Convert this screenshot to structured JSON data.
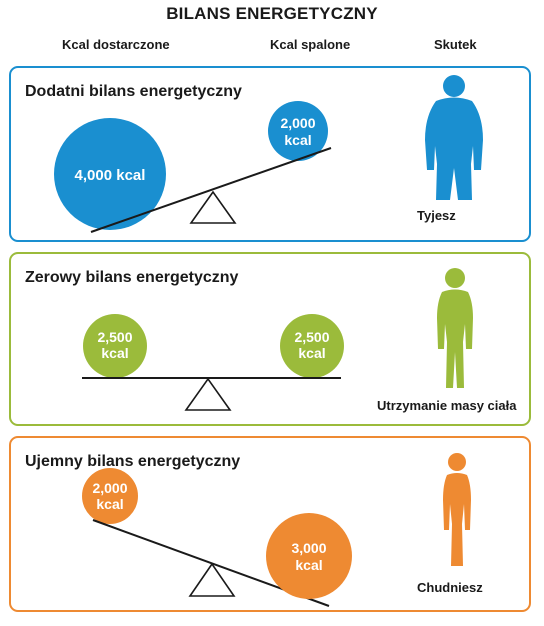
{
  "title": "BILANS ENERGETYCZNY",
  "columns": {
    "supplied": "Kcal dostarczone",
    "burned": "Kcal spalone",
    "effect": "Skutek"
  },
  "colors": {
    "blue": "#1a8fd0",
    "green": "#9bbb3b",
    "orange": "#ee8a32",
    "line": "#1a1a1a"
  },
  "panels": [
    {
      "title": "Dodatni bilans energetyczny",
      "supplied": {
        "line1": "4,000 kcal",
        "line2": ""
      },
      "burned": {
        "line1": "2,000",
        "line2": "kcal"
      },
      "effect": "Tyjesz",
      "figure": "overweight-person-icon"
    },
    {
      "title": "Zerowy bilans energetyczny",
      "supplied": {
        "line1": "2,500",
        "line2": "kcal"
      },
      "burned": {
        "line1": "2,500",
        "line2": "kcal"
      },
      "effect": "Utrzymanie masy ciała",
      "figure": "person-icon"
    },
    {
      "title": "Ujemny bilans energetyczny",
      "supplied": {
        "line1": "2,000",
        "line2": "kcal"
      },
      "burned": {
        "line1": "3,000",
        "line2": "kcal"
      },
      "effect": "Chudniesz",
      "figure": "slim-person-icon"
    }
  ]
}
